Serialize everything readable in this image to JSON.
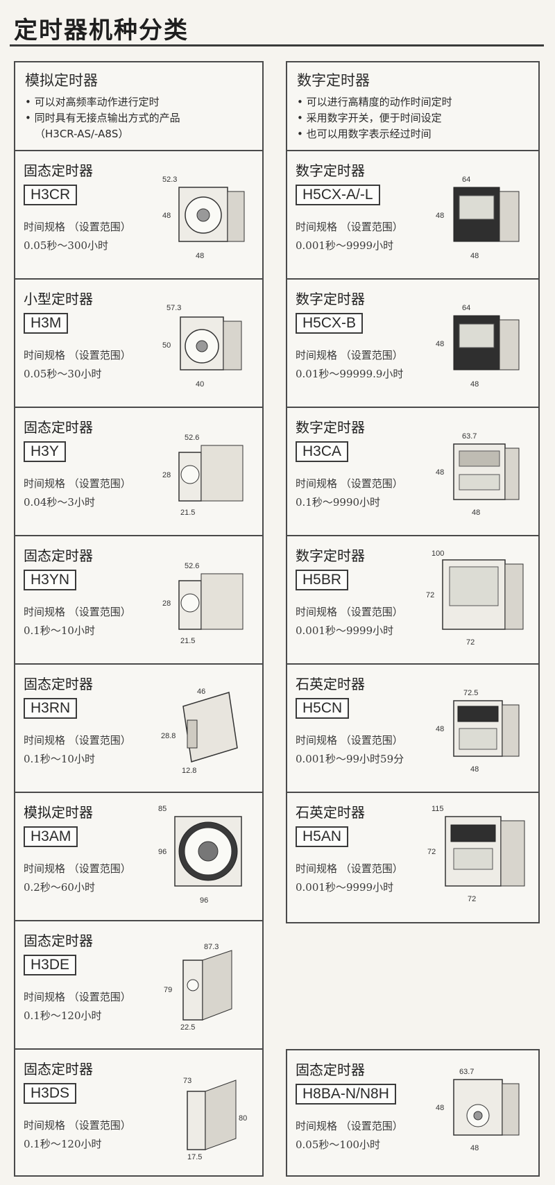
{
  "page": {
    "title": "定时器机种分类"
  },
  "analog_header": {
    "title": "模拟定时器",
    "bullets": [
      "可以对高频率动作进行定时",
      "同时具有无接点输出方式的产品"
    ],
    "note": "（H3CR-AS/-A8S）"
  },
  "digital_header": {
    "title": "数字定时器",
    "bullets": [
      "可以进行高精度的动作时间定时",
      "采用数字开关，便于时间设定",
      "也可以用数字表示经过时间"
    ]
  },
  "left_items": [
    {
      "type": "固态定时器",
      "model": "H3CR",
      "spec_label": "时间规格 （设置范围）",
      "range": "0.05秒～300小时",
      "dims": [
        "52.3",
        "48",
        "48"
      ]
    },
    {
      "type": "小型定时器",
      "model": "H3M",
      "spec_label": "时间规格 （设置范围）",
      "range": "0.05秒～30小时",
      "dims": [
        "57.3",
        "50",
        "40"
      ]
    },
    {
      "type": "固态定时器",
      "model": "H3Y",
      "spec_label": "时间规格 （设置范围）",
      "range": "0.04秒～3小时",
      "dims": [
        "52.6",
        "28",
        "21.5"
      ]
    },
    {
      "type": "固态定时器",
      "model": "H3YN",
      "spec_label": "时间规格 （设置范围）",
      "range": "0.1秒～10小时",
      "dims": [
        "52.6",
        "28",
        "21.5"
      ]
    },
    {
      "type": "固态定时器",
      "model": "H3RN",
      "spec_label": "时间规格 （设置范围）",
      "range": "0.1秒～10小时",
      "dims": [
        "46",
        "28.8",
        "12.8"
      ]
    },
    {
      "type": "模拟定时器",
      "model": "H3AM",
      "spec_label": "时间规格 （设置范围）",
      "range": "0.2秒～60小时",
      "dims": [
        "85",
        "96",
        "96"
      ]
    },
    {
      "type": "固态定时器",
      "model": "H3DE",
      "spec_label": "时间规格 （设置范围）",
      "range": "0.1秒～120小时",
      "dims": [
        "87.3",
        "79",
        "22.5"
      ]
    },
    {
      "type": "固态定时器",
      "model": "H3DS",
      "spec_label": "时间规格 （设置范围）",
      "range": "0.1秒～120小时",
      "dims": [
        "73",
        "80",
        "17.5"
      ]
    }
  ],
  "right_items": [
    {
      "type": "数字定时器",
      "model": "H5CX-A/-L",
      "spec_label": "时间规格 （设置范围）",
      "range": "0.001秒～9999小时",
      "dims": [
        "64",
        "48",
        "48"
      ]
    },
    {
      "type": "数字定时器",
      "model": "H5CX-B",
      "spec_label": "时间规格 （设置范围）",
      "range": "0.01秒～99999.9小时",
      "dims": [
        "64",
        "48",
        "48"
      ]
    },
    {
      "type": "数字定时器",
      "model": "H3CA",
      "spec_label": "时间规格 （设置范围）",
      "range": "0.1秒～9990小时",
      "dims": [
        "63.7",
        "48",
        "48"
      ]
    },
    {
      "type": "数字定时器",
      "model": "H5BR",
      "spec_label": "时间规格 （设置范围）",
      "range": "0.001秒～9999小时",
      "dims": [
        "100",
        "72",
        "72"
      ]
    },
    {
      "type": "石英定时器",
      "model": "H5CN",
      "spec_label": "时间规格 （设置范围）",
      "range": "0.001秒～99小时59分",
      "dims": [
        "72.5",
        "48",
        "48"
      ]
    },
    {
      "type": "石英定时器",
      "model": "H5AN",
      "spec_label": "时间规格 （设置范围）",
      "range": "0.001秒～9999小时",
      "dims": [
        "115",
        "72",
        "72"
      ]
    }
  ],
  "bottom_right_item": {
    "type": "固态定时器",
    "model": "H8BA-N/N8H",
    "spec_label": "时间规格 （设置范围）",
    "range": "0.05秒～100小时",
    "dims": [
      "63.7",
      "48",
      "48"
    ]
  }
}
